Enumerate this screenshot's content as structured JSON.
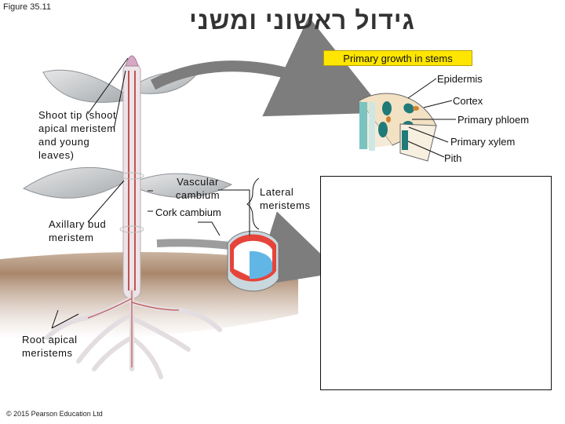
{
  "figure_label": "Figure 35.11",
  "title_hebrew": "גידול ראשוני ומשני",
  "primary_growth_box": "Primary growth in stems",
  "labels": {
    "epidermis": "Epidermis",
    "cortex": "Cortex",
    "primary_phloem": "Primary phloem",
    "primary_xylem": "Primary xylem",
    "pith": "Pith",
    "shoot_tip": "Shoot tip (shoot apical meristem and young leaves)",
    "vascular_cambium": "Vascular cambium",
    "cork_cambium": "Cork cambium",
    "lateral_meristems": "Lateral meristems",
    "axillary_bud": "Axillary bud meristem",
    "root_apical": "Root apical meristems"
  },
  "copyright": "© 2015 Pearson Education Ltd",
  "colors": {
    "highlight": "#ffe600",
    "soil": "#a8866a",
    "leaf": "#c9ccce",
    "stem": "#e9e2e6",
    "vascular": "#c0554f",
    "arrow": "#7d7d7d",
    "cambium_red": "#e6443a",
    "cambium_blue": "#62b6e5"
  }
}
